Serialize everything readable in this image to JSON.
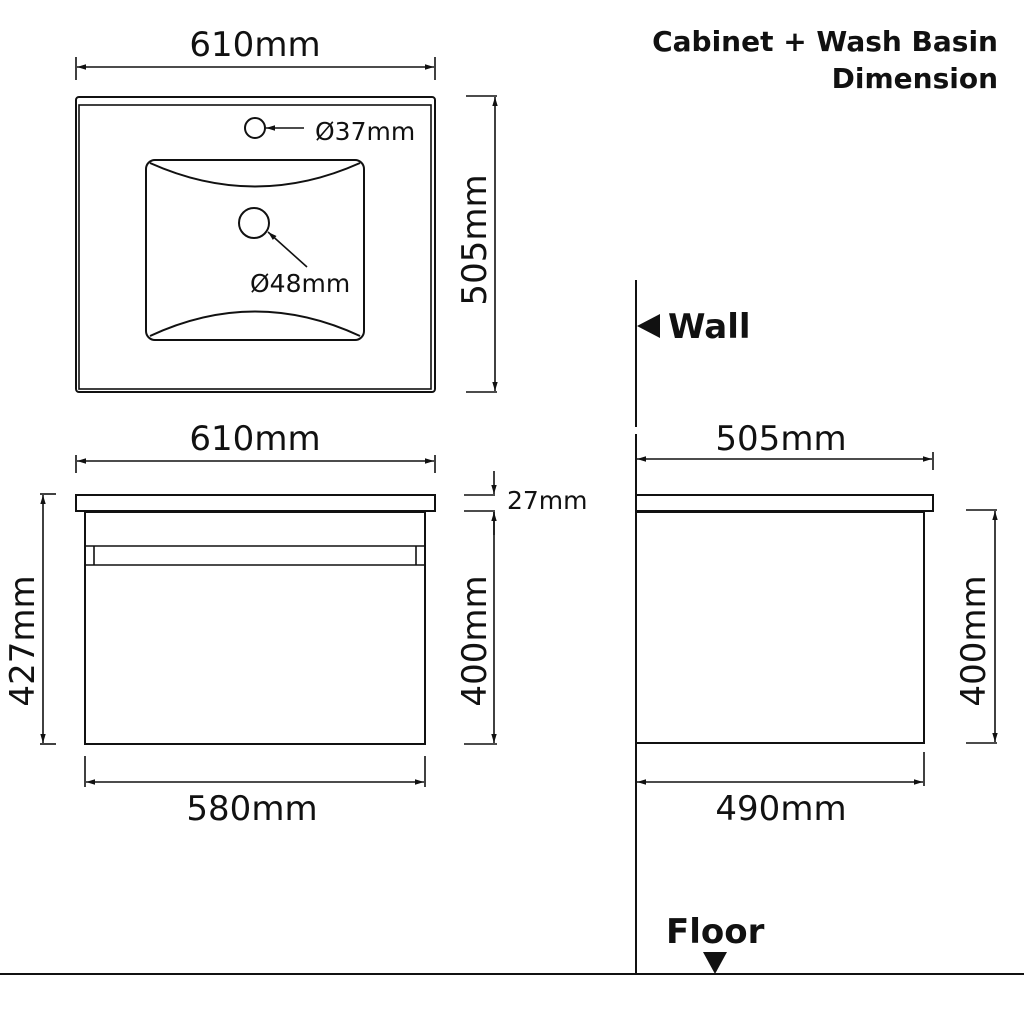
{
  "title": {
    "line1": "Cabinet + Wash Basin",
    "line2": "Dimension"
  },
  "top_view": {
    "width_label": "610mm",
    "depth_label": "505mm",
    "tap_hole_label": "Ø37mm",
    "drain_hole_label": "Ø48mm"
  },
  "front_view": {
    "top_width_label": "610mm",
    "bottom_width_label": "580mm",
    "total_height_label": "427mm",
    "basin_thickness_label": "27mm",
    "cabinet_height_label": "400mm"
  },
  "side_view": {
    "top_depth_label": "505mm",
    "bottom_depth_label": "490mm",
    "cabinet_height_label": "400mm",
    "wall_label": "Wall",
    "floor_label": "Floor"
  }
}
